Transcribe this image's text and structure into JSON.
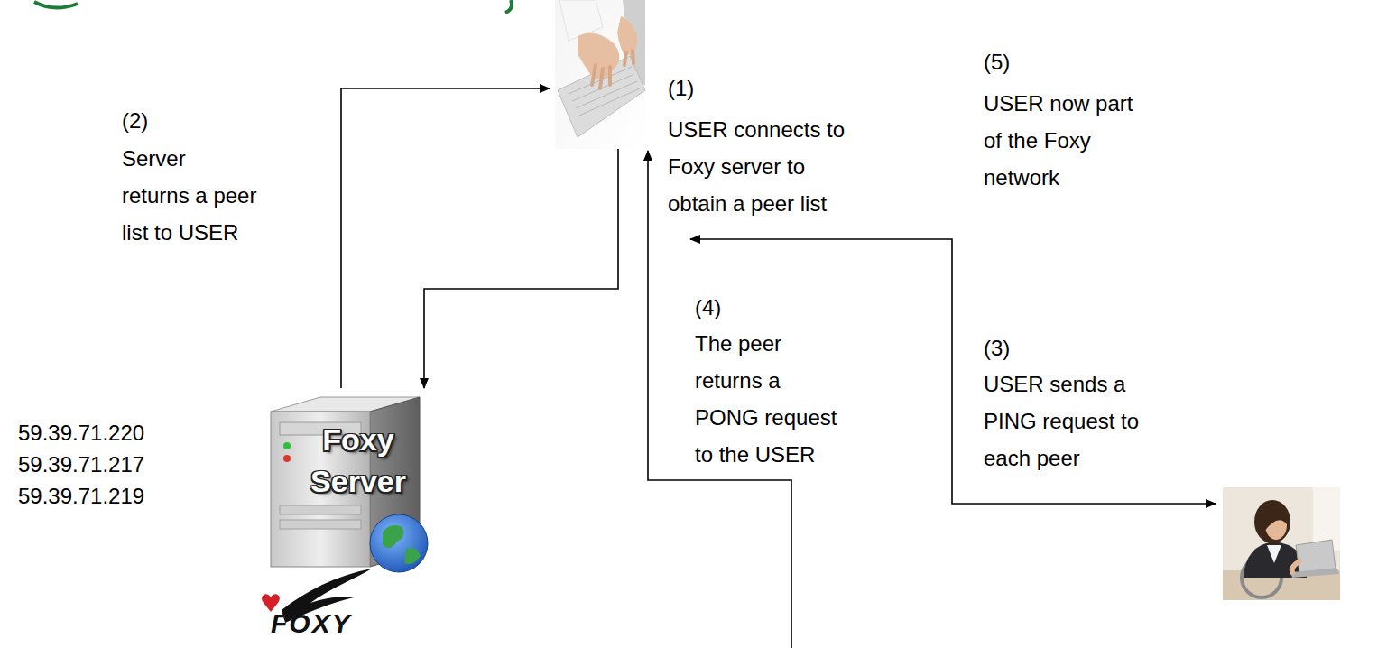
{
  "diagram": {
    "nodes": [
      {
        "text": [
          "(1)",
          "USER connects to Foxy server to obtain a peer list"
        ]
      },
      {
        "text": [
          "Foxy Server"
        ]
      },
      {
        "text": [
          "(3)",
          "USER sends a PING request to each peer"
        ]
      }
    ],
    "edges": [
      {
        "from": 0,
        "to": 1,
        "arrow": "to"
      },
      {
        "from": 1,
        "to": 0,
        "arrow": "to"
      },
      {
        "from": 0,
        "to": 2,
        "arrow": "both"
      }
    ],
    "labels": [
      "(2)",
      "Server returns a peer list to USER",
      "(4)",
      "The peer returns a PONG request to the USER",
      "(5)",
      "USER now part of the Foxy network",
      "59.39.71.220",
      "59.39.71.217",
      "59.39.71.219",
      "FOXY"
    ]
  }
}
